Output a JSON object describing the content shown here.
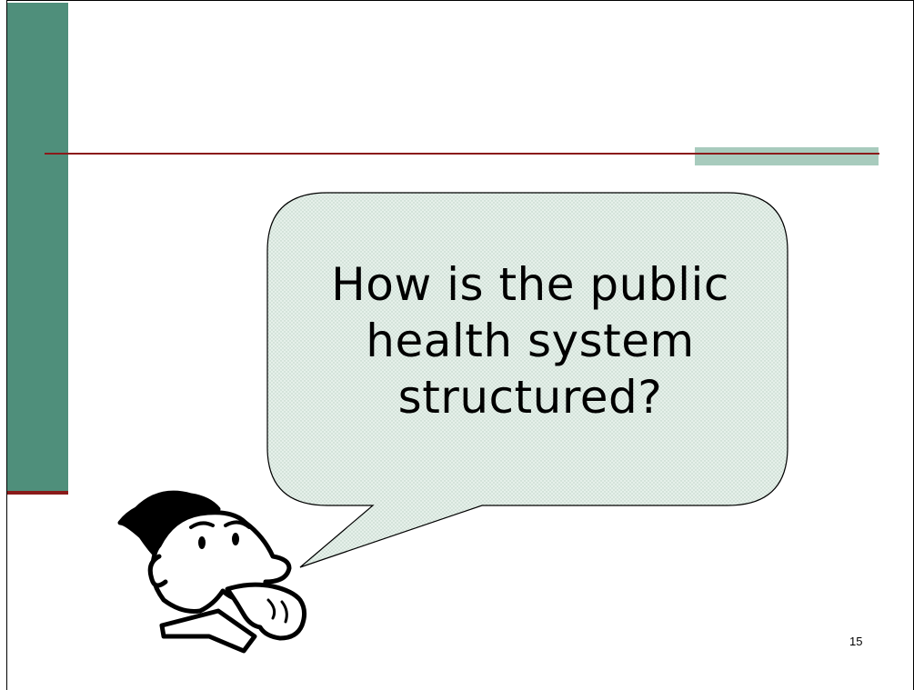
{
  "slide": {
    "question_lines": [
      "How is the public",
      "health system",
      "structured?"
    ],
    "page_number": "15"
  },
  "colors": {
    "side_bar": "#4f8f7b",
    "title_rule": "#8b1a1a",
    "accent_block": "#a8cbbd",
    "bubble_fill": "#e4efe9"
  },
  "icons": {
    "thinking_man": "cartoon-thinking-man",
    "speech_bubble": "speech-bubble"
  }
}
